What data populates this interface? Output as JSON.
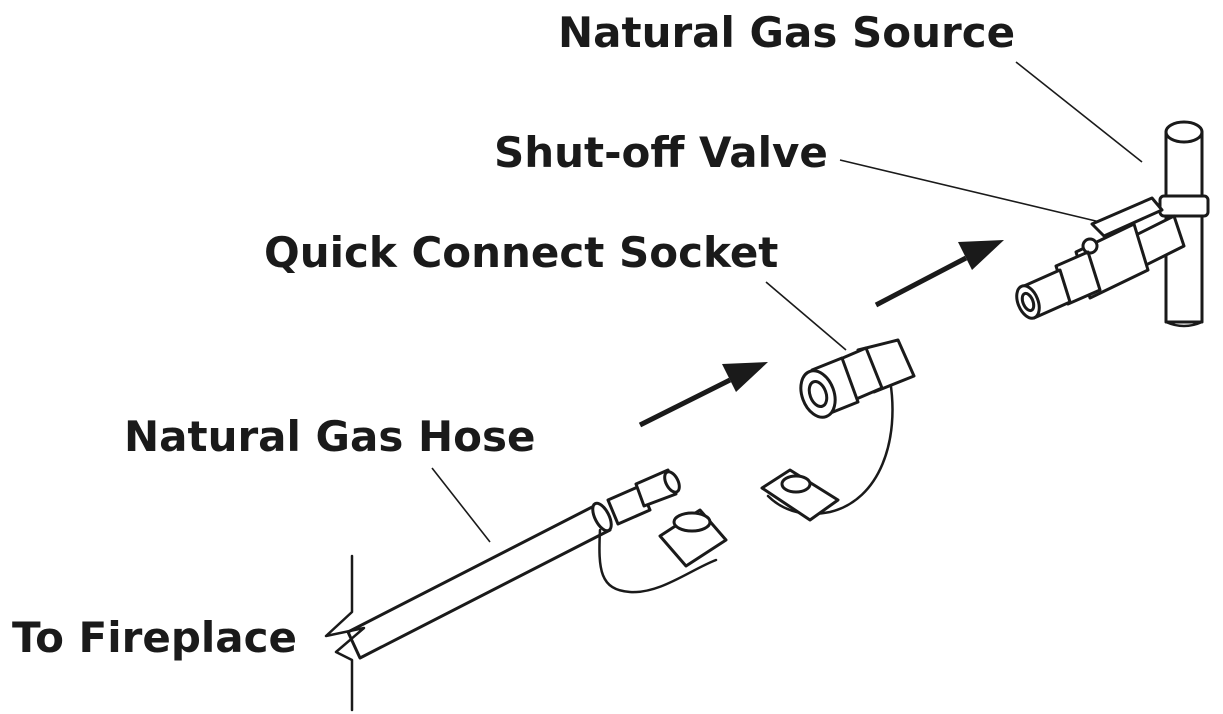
{
  "labels": {
    "natural_gas_source": "Natural Gas Source",
    "shut_off_valve": "Shut-off Valve",
    "quick_connect_socket": "Quick Connect Socket",
    "natural_gas_hose": "Natural Gas Hose",
    "to_fireplace": "To Fireplace"
  }
}
